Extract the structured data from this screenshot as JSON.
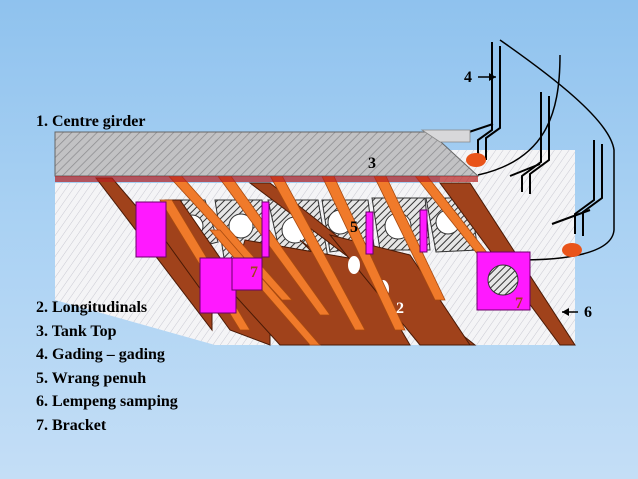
{
  "labels": {
    "centre_girder": "1. Centre girder",
    "longitudinals": "2. Longitudinals",
    "tank_top": "3. Tank Top",
    "gading": "4. Gading – gading",
    "wrang_penuh": "5. Wrang penuh",
    "lempeng_samping": "6. Lempeng samping",
    "bracket": "7. Bracket"
  },
  "callouts": {
    "n2": "2",
    "n3": "3",
    "n4": "4",
    "n5": "5",
    "n6": "6",
    "n7a": "7",
    "n7b": "7"
  },
  "colors": {
    "background": "#a9d1f3",
    "plate": "#f2f2f4",
    "girder": "#a0421b",
    "longitudinal": "#f07a2a",
    "bracket": "#ff19ff",
    "floor_hatch": "#3a3a3a",
    "tank_top": "#b9b9b9",
    "frame": "#000000"
  }
}
